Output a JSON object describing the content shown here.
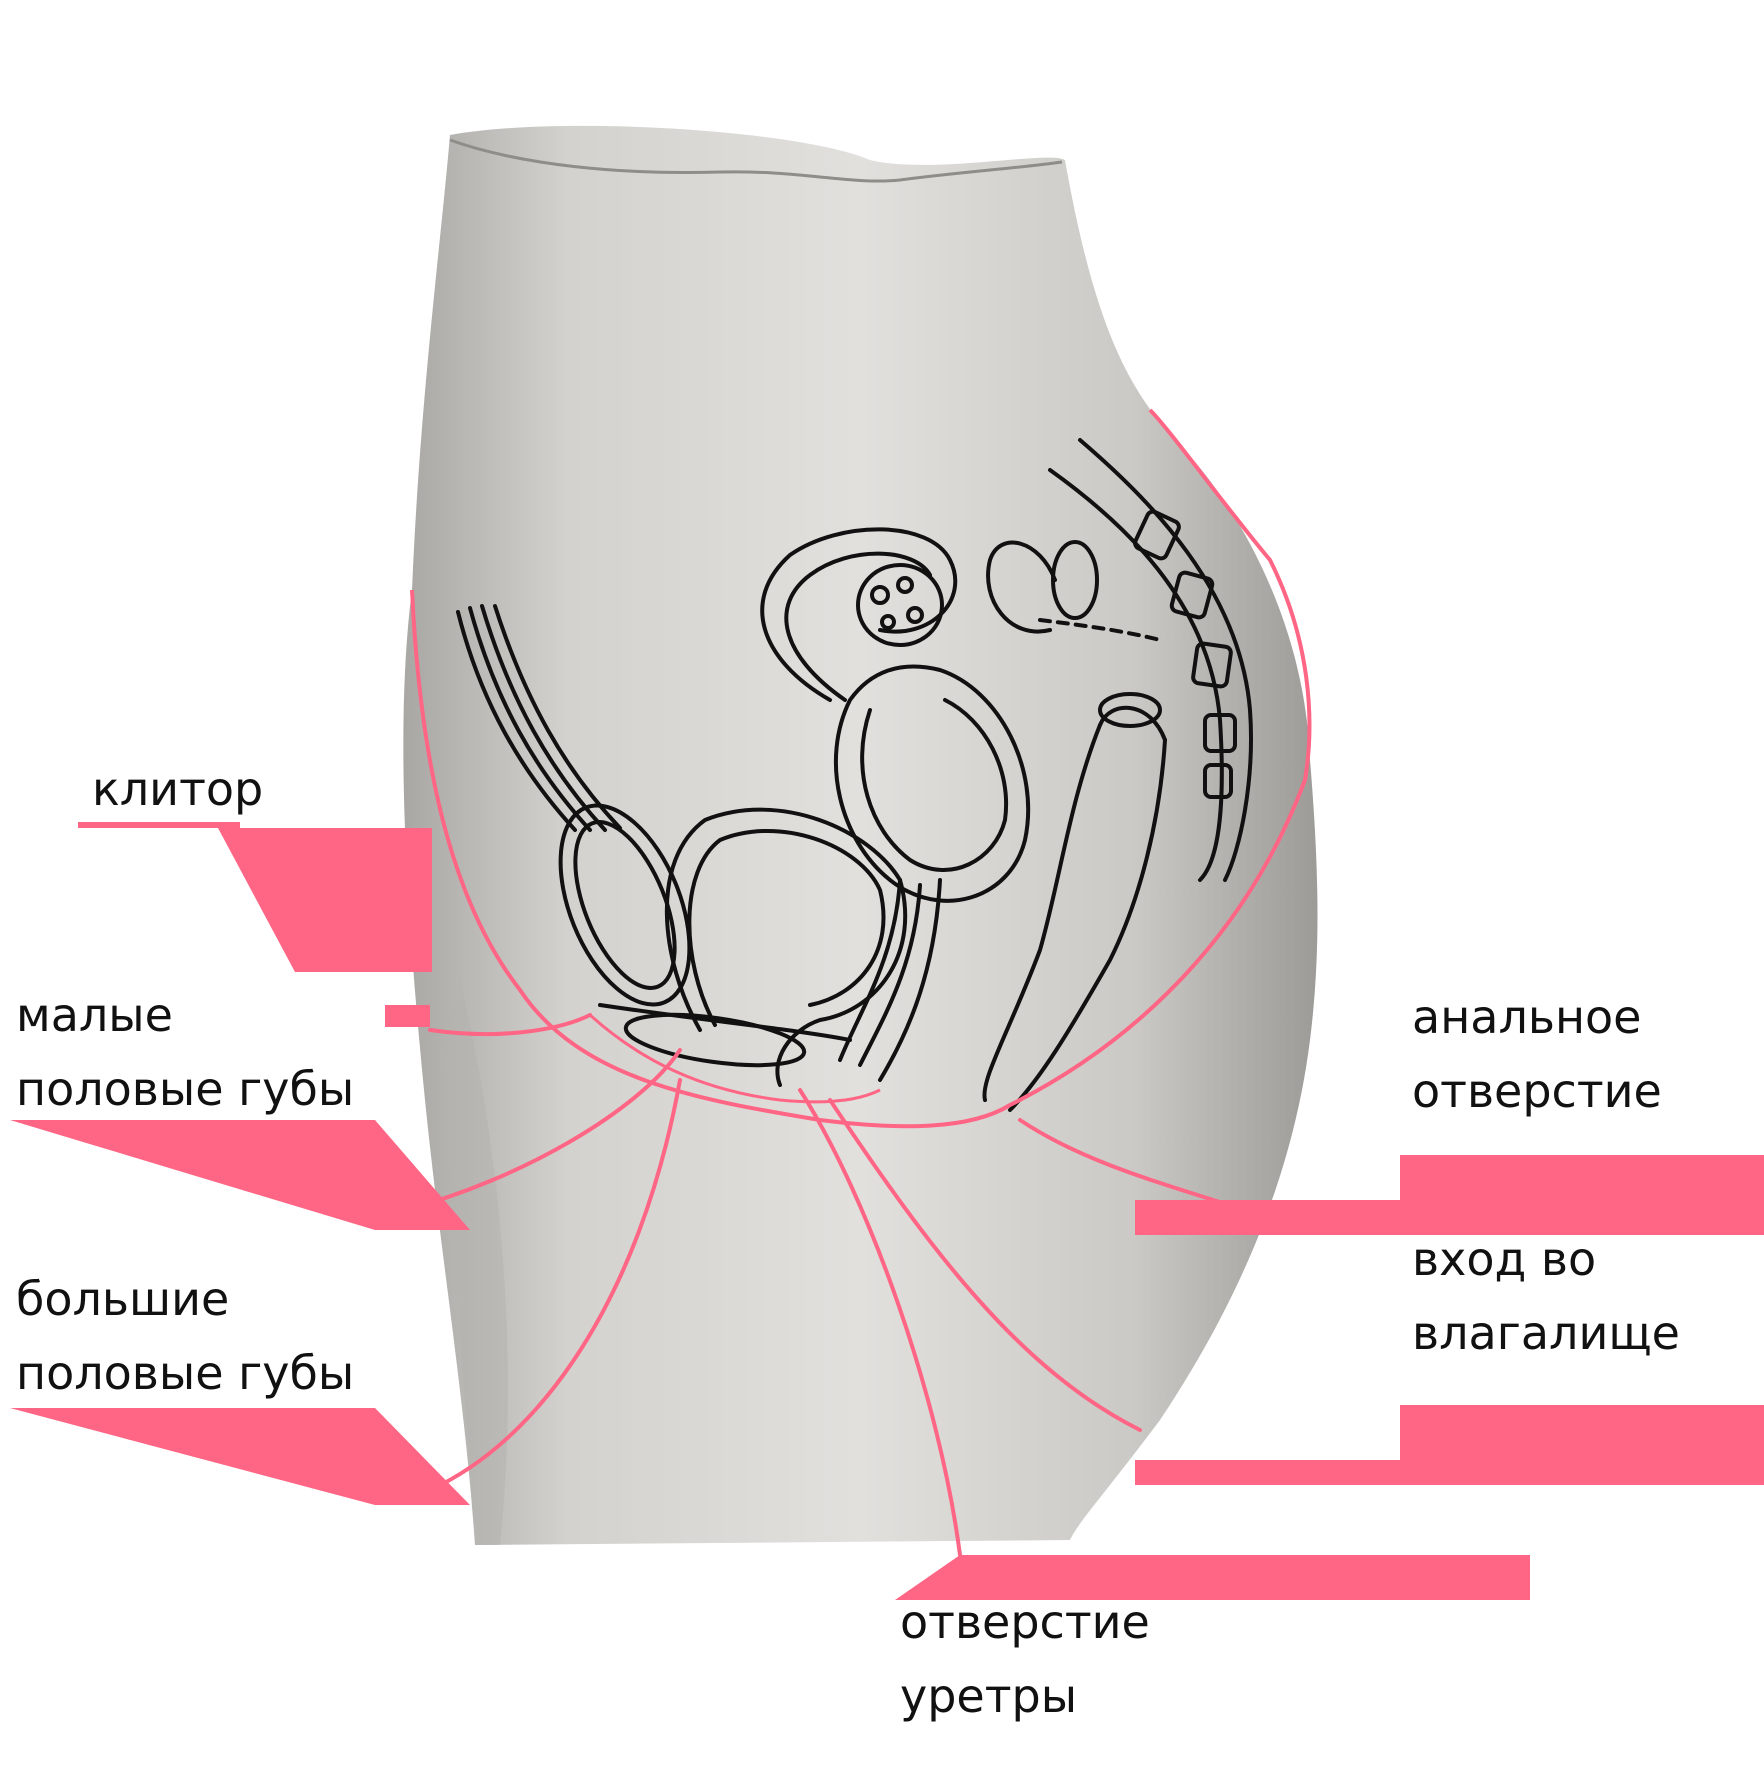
{
  "labels": {
    "clitoris": "клитор",
    "labia_minora": [
      "малые",
      "половые губы"
    ],
    "labia_majora": [
      "большие",
      "половые губы"
    ],
    "anal_opening": [
      "анальное",
      "отверстие"
    ],
    "vaginal_entrance": [
      "вход во",
      "влагалище"
    ],
    "urethral_opening": [
      "отверстие",
      "уретры"
    ]
  },
  "colors": {
    "accent": "#ff6584",
    "mannequin": "#cfcdc9",
    "ink": "#111111"
  }
}
